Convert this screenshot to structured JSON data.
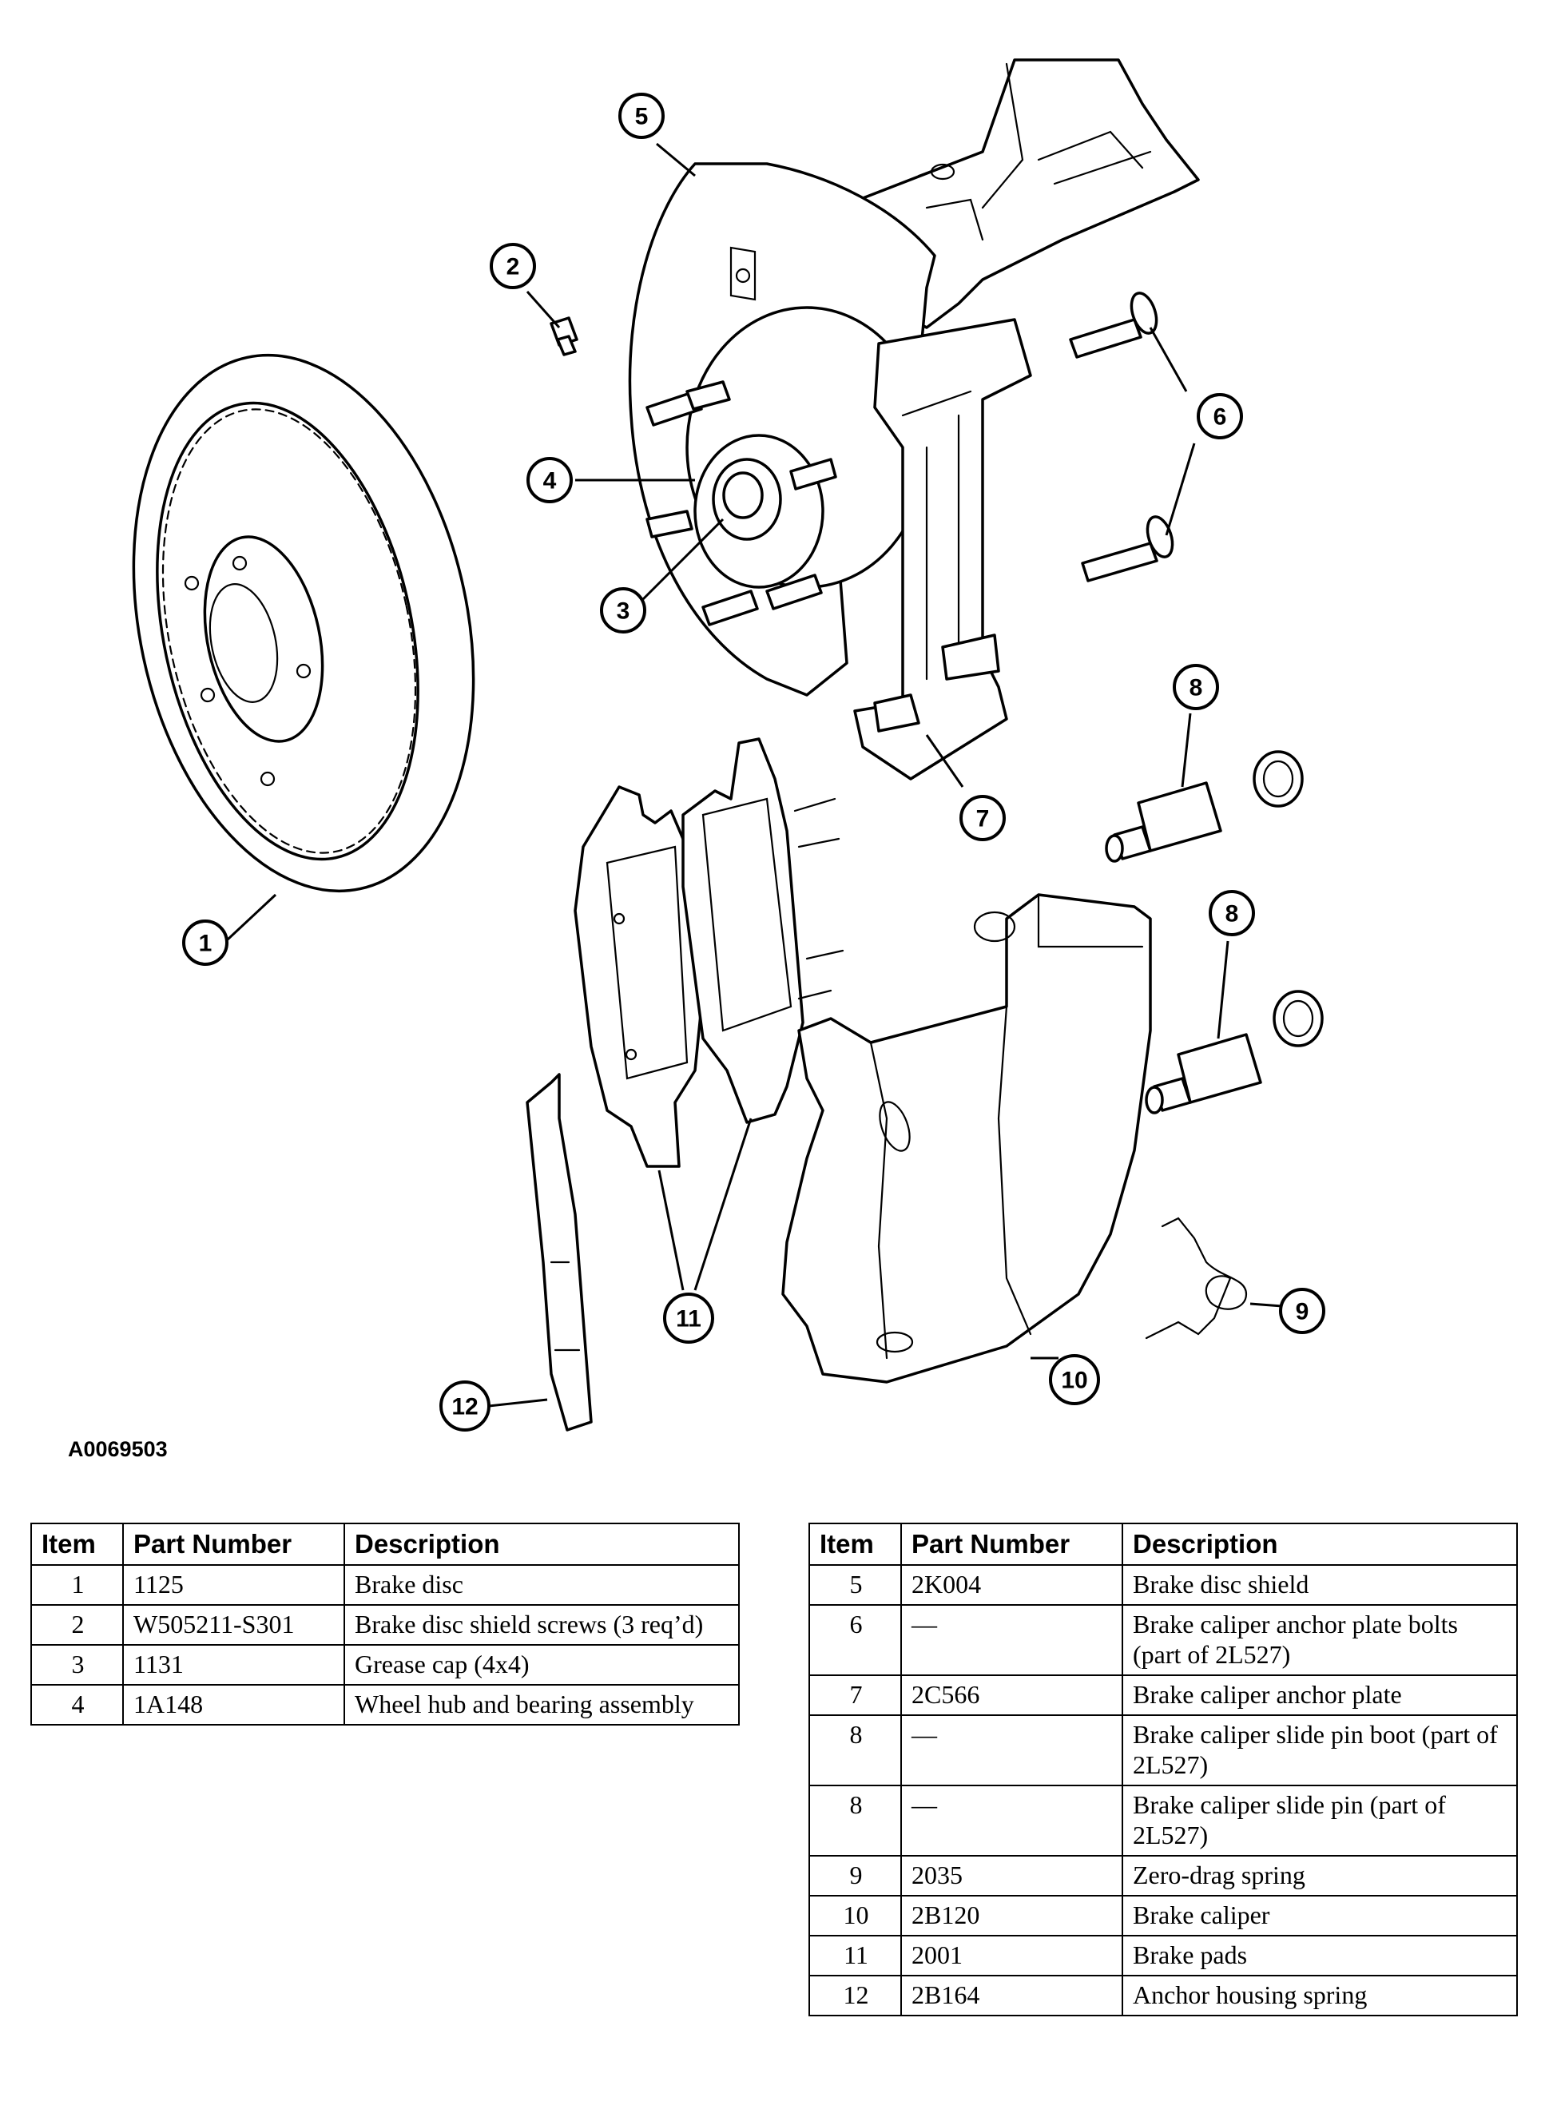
{
  "figure_id": "A0069503",
  "callouts": [
    {
      "number": "1",
      "part": "Brake disc"
    },
    {
      "number": "2",
      "part": "Brake disc shield screws"
    },
    {
      "number": "3",
      "part": "Grease cap"
    },
    {
      "number": "4",
      "part": "Wheel hub and bearing assembly"
    },
    {
      "number": "5",
      "part": "Brake disc shield"
    },
    {
      "number": "6",
      "part": "Brake caliper anchor plate bolts"
    },
    {
      "number": "7",
      "part": "Brake caliper anchor plate"
    },
    {
      "number": "8",
      "part": "Brake caliper slide pin boot"
    },
    {
      "number": "8",
      "part": "Brake caliper slide pin"
    },
    {
      "number": "9",
      "part": "Zero-drag spring"
    },
    {
      "number": "10",
      "part": "Brake caliper"
    },
    {
      "number": "11",
      "part": "Brake pads"
    },
    {
      "number": "12",
      "part": "Anchor housing spring"
    }
  ],
  "table_headers": {
    "item": "Item",
    "part_number": "Part Number",
    "description": "Description"
  },
  "left_table": [
    {
      "item": "1",
      "part_number": "1125",
      "description": "Brake disc"
    },
    {
      "item": "2",
      "part_number": "W505211-S301",
      "description": "Brake disc shield screws (3 req’d)"
    },
    {
      "item": "3",
      "part_number": "1131",
      "description": "Grease cap (4x4)"
    },
    {
      "item": "4",
      "part_number": "1A148",
      "description": "Wheel hub and bearing assembly"
    }
  ],
  "right_table": [
    {
      "item": "5",
      "part_number": "2K004",
      "description": "Brake disc shield"
    },
    {
      "item": "6",
      "part_number": "—",
      "description": "Brake caliper anchor plate bolts (part of 2L527)"
    },
    {
      "item": "7",
      "part_number": "2C566",
      "description": "Brake caliper anchor plate"
    },
    {
      "item": "8",
      "part_number": "—",
      "description": "Brake caliper slide pin boot (part of 2L527)"
    },
    {
      "item": "8",
      "part_number": "—",
      "description": "Brake caliper slide pin (part of 2L527)"
    },
    {
      "item": "9",
      "part_number": "2035",
      "description": "Zero-drag spring"
    },
    {
      "item": "10",
      "part_number": "2B120",
      "description": "Brake caliper"
    },
    {
      "item": "11",
      "part_number": "2001",
      "description": "Brake pads"
    },
    {
      "item": "12",
      "part_number": "2B164",
      "description": "Anchor housing spring"
    }
  ]
}
